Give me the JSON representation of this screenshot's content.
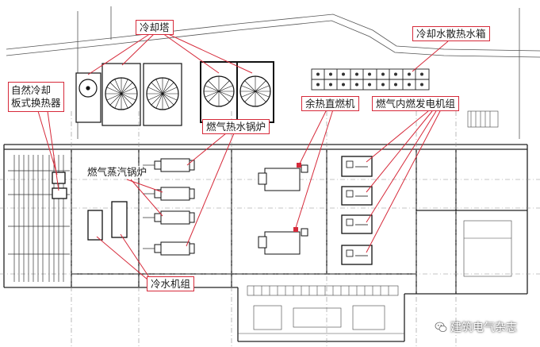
{
  "labels": {
    "cooling_tower": "冷却塔",
    "cooling_water_tank": "冷却水散热水箱",
    "natural_cooling_line1": "自然冷却",
    "natural_cooling_line2": "板式换热器",
    "absorption_chiller": "余热直燃机",
    "gas_engine_genset": "燃气内燃发电机组",
    "gas_hot_water_boiler": "燃气热水锅炉",
    "gas_steam_boiler": "燃气蒸汽锅炉",
    "chiller_unit": "冷水机组"
  },
  "watermark": {
    "text": "建筑电气杂志",
    "icon": "wechat-icon"
  },
  "colors": {
    "callout_border": "#d62a3a",
    "leader_line": "#d62a3a",
    "drawing_line": "#222222",
    "grid_line": "#7a7a7a"
  }
}
